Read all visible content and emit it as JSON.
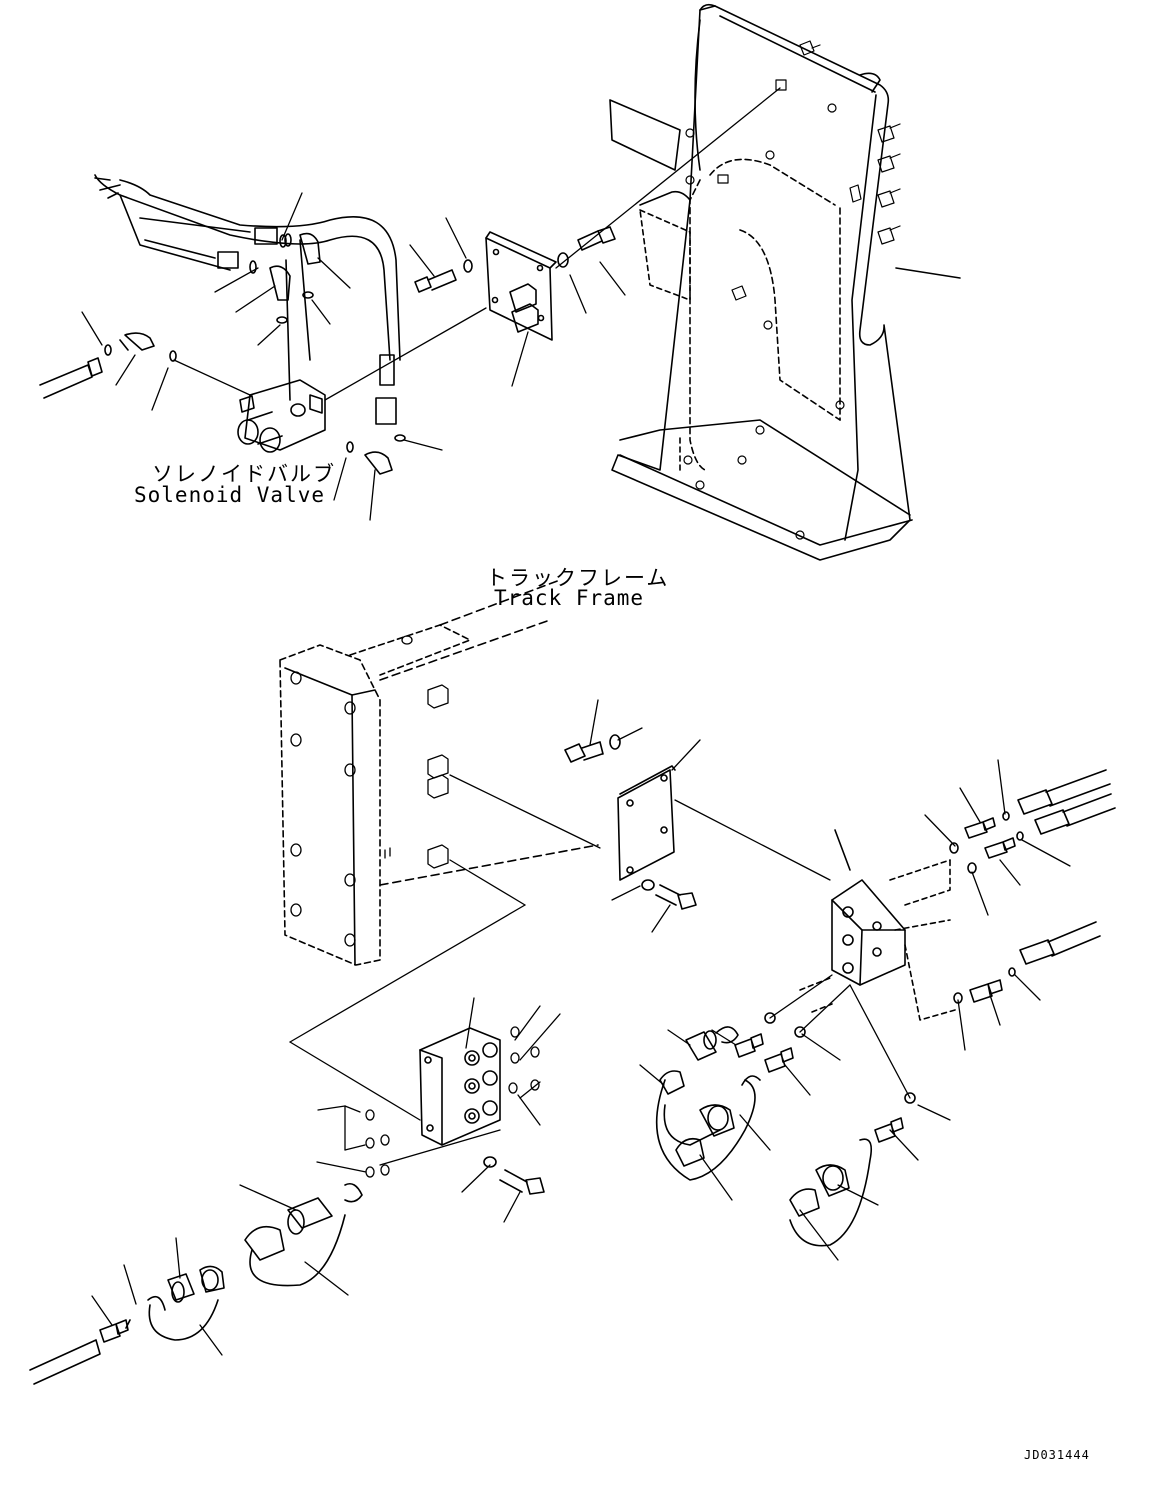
{
  "labels": {
    "solenoid_valve_jp": "ソレノイドバルブ",
    "solenoid_valve_en": "Solenoid Valve",
    "track_frame_jp": "トラックフレーム",
    "track_frame_en": "Track Frame"
  },
  "drawing_code": "JD031444",
  "colors": {
    "line": "#000000",
    "background": "#ffffff"
  }
}
